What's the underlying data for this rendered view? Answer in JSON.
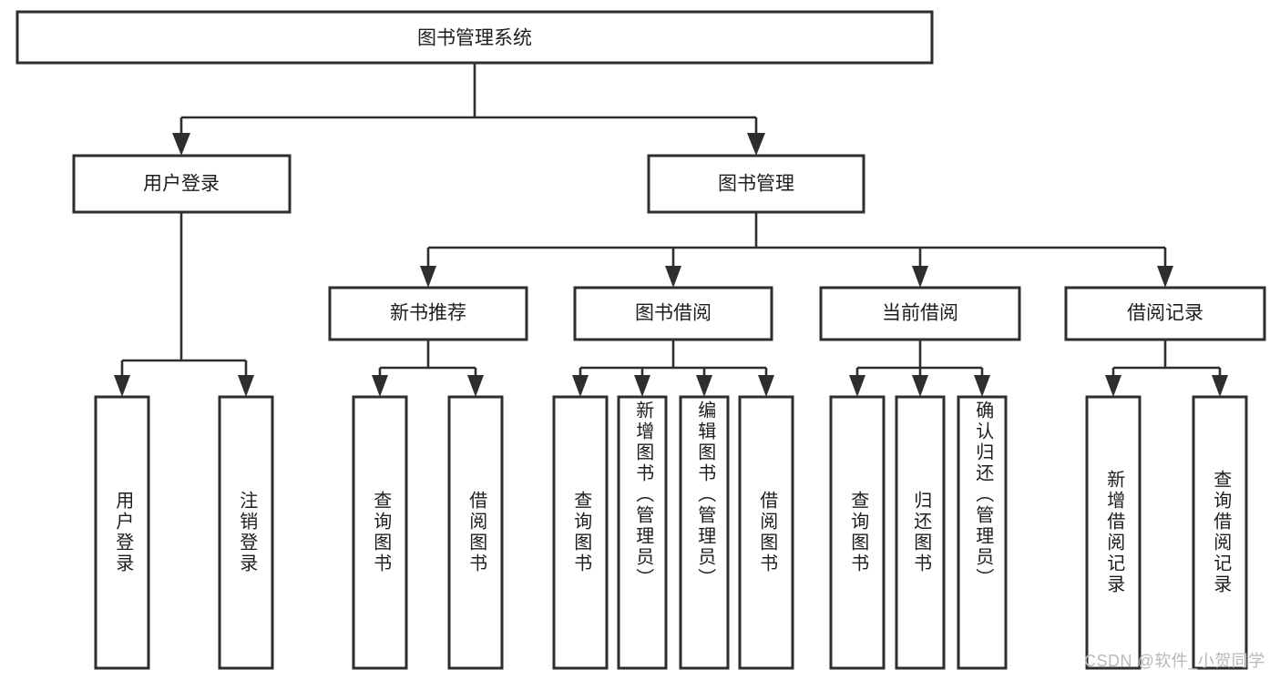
{
  "diagram": {
    "title_node": {
      "label": "图书管理系统"
    },
    "level1": [
      {
        "id": "user-login",
        "label": "用户登录"
      },
      {
        "id": "book-management",
        "label": "图书管理"
      }
    ],
    "level2": [
      {
        "id": "new-book-recommend",
        "label": "新书推荐"
      },
      {
        "id": "book-borrow",
        "label": "图书借阅"
      },
      {
        "id": "current-borrow",
        "label": "当前借阅"
      },
      {
        "id": "borrow-record",
        "label": "借阅记录"
      }
    ],
    "leaves": {
      "user_login": [
        {
          "id": "leaf-user-login",
          "label": "用户登录"
        },
        {
          "id": "leaf-logout-login",
          "label": "注销登录"
        }
      ],
      "new_book_recommend": [
        {
          "id": "leaf-query-book-1",
          "label": "查询图书"
        },
        {
          "id": "leaf-borrow-book-1",
          "label": "借阅图书"
        }
      ],
      "book_borrow": [
        {
          "id": "leaf-query-book-2",
          "label": "查询图书"
        },
        {
          "id": "leaf-add-book",
          "label": "新增图书（管理员）"
        },
        {
          "id": "leaf-edit-book",
          "label": "编辑图书（管理员）"
        },
        {
          "id": "leaf-borrow-book-2",
          "label": "借阅图书"
        }
      ],
      "current_borrow": [
        {
          "id": "leaf-query-book-3",
          "label": "查询图书"
        },
        {
          "id": "leaf-return-book",
          "label": "归还图书"
        },
        {
          "id": "leaf-confirm-return",
          "label": "确认归还（管理员）"
        }
      ],
      "borrow_record": [
        {
          "id": "leaf-add-record",
          "label": "新增借阅记录"
        },
        {
          "id": "leaf-query-record",
          "label": "查询借阅记录"
        }
      ]
    }
  },
  "watermark": {
    "text": "CSDN @软件_小贺同学"
  },
  "colors": {
    "stroke": "#2e2e2e",
    "fill": "#ffffff",
    "text": "#1d1d1d",
    "watermark": "#b9b9b9"
  }
}
